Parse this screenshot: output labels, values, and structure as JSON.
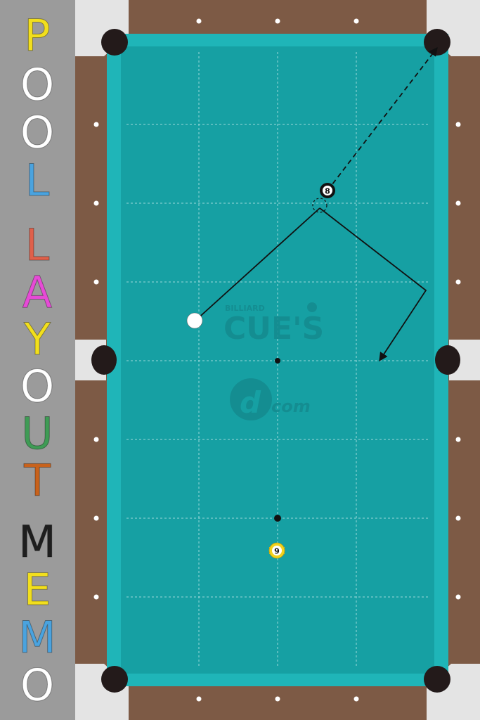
{
  "sidebar": {
    "letters": [
      {
        "char": "P",
        "color": "#f2df1d"
      },
      {
        "char": "O",
        "color": "#ffffff"
      },
      {
        "char": "O",
        "color": "#ffffff"
      },
      {
        "char": "L",
        "color": "#4aa3df"
      },
      {
        "char": "L",
        "color": "#e0604a"
      },
      {
        "char": "A",
        "color": "#e64bd6"
      },
      {
        "char": "Y",
        "color": "#f2df1d"
      },
      {
        "char": "O",
        "color": "#ffffff"
      },
      {
        "char": "U",
        "color": "#3f9b55"
      },
      {
        "char": "T",
        "color": "#c8621c"
      },
      {
        "char": "M",
        "color": "#1e1e1e"
      },
      {
        "char": "E",
        "color": "#f2df1d"
      },
      {
        "char": "M",
        "color": "#4aa3df"
      },
      {
        "char": "O",
        "color": "#ffffff"
      }
    ]
  },
  "table": {
    "colors": {
      "felt": "#16a0a3",
      "cushion": "#1fb5b8",
      "rail": "#7d5a45",
      "corner": "#e4e4e4",
      "pocket": "#231a1a",
      "diamond": "#ffffff",
      "grid": "#bde7e8"
    }
  },
  "logo": {
    "small": "BILLIARD",
    "big": "CUE'S",
    "sub": "com",
    "color": "#148c90"
  },
  "balls": {
    "cue": {
      "label": "",
      "color": "#ffffff"
    },
    "eight": {
      "label": "8",
      "color": "#111111"
    },
    "nine": {
      "label": "9",
      "color": "#f2d21c"
    }
  }
}
